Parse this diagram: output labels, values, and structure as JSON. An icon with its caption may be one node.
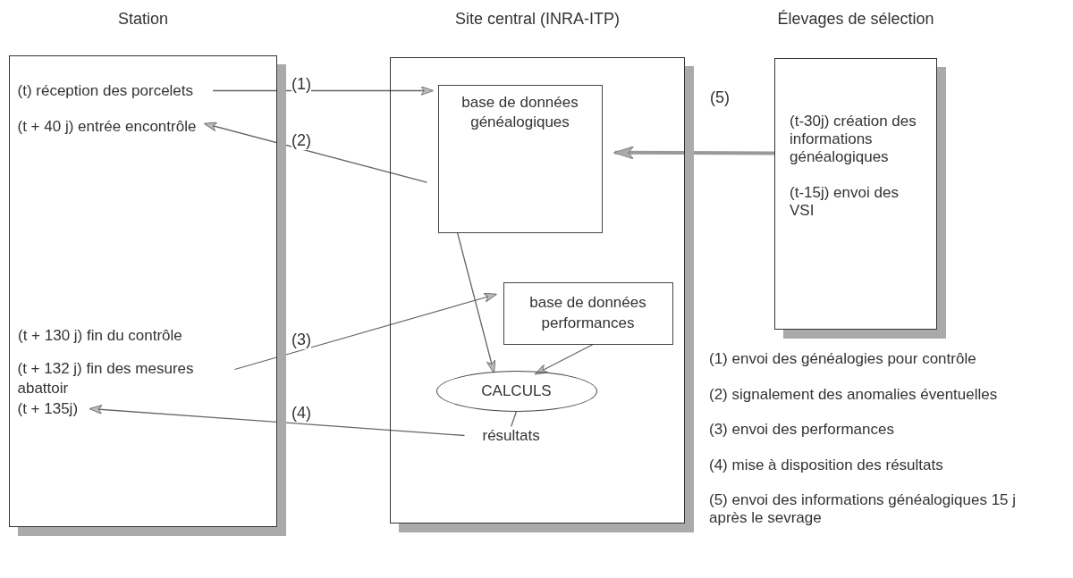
{
  "diagram": {
    "nodes": [
      {
        "text": [
          "Station"
        ]
      },
      {
        "text": [
          "(t) réception des porcelets"
        ],
        "in": 0
      },
      {
        "text": [
          "(t + 40 j) entrée encontrôle"
        ],
        "in": 0
      },
      {
        "text": [
          "(t + 132 j) fin des mesures abattoir"
        ],
        "in": 0
      },
      {
        "text": [
          "(t + 135j)"
        ],
        "in": 0
      },
      {
        "text": [
          "Site central (INRA-ITP)"
        ]
      },
      {
        "text": [
          "base de données généalogiques"
        ],
        "in": 5
      },
      {
        "text": [
          "base de données performances"
        ],
        "in": 5
      },
      {
        "text": [
          "CALCULS"
        ],
        "in": 5
      },
      {
        "text": [
          "résultats"
        ],
        "in": 5
      },
      {
        "text": [
          "Élevages de sélection",
          "(t-30j) création des informations généalogiques",
          "(t-15j) envoi des VSI"
        ]
      }
    ],
    "edges": [
      {
        "from": 1,
        "to": 6,
        "arrow": "to",
        "label": "(1)"
      },
      {
        "from": 6,
        "to": 2,
        "arrow": "to",
        "label": "(2)"
      },
      {
        "from": 3,
        "to": 7,
        "arrow": "to",
        "label": "(3)"
      },
      {
        "from": 9,
        "to": 4,
        "arrow": "to",
        "label": "(4)"
      },
      {
        "from": 10,
        "to": 6,
        "arrow": "to",
        "label": "(5)",
        "style": "thick"
      },
      {
        "from": 6,
        "to": 8,
        "arrow": "to"
      },
      {
        "from": 7,
        "to": 8,
        "arrow": "to"
      },
      {
        "from": 8,
        "to": 9,
        "arrow": "none"
      }
    ],
    "labels": [
      "(t + 130 j) fin du contrôle",
      "(1) envoi des généalogies pour contrôle",
      "(2) signalement des anomalies éventuelles",
      "(3) envoi des performances",
      "(4) mise à disposition des résultats",
      "(5) envoi des informations généalogiques 15 j après le sevrage"
    ]
  }
}
